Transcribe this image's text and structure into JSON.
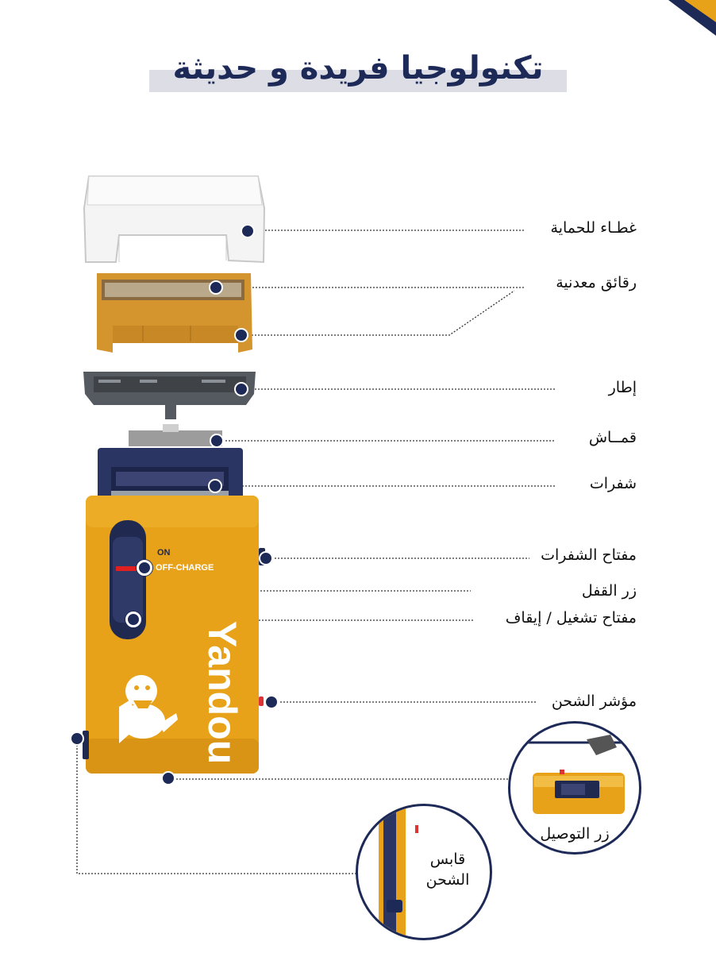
{
  "title": "تكنولوجيا فريدة و حديثة",
  "brand": "Yandou",
  "switch_labels": {
    "on": "ON",
    "off_charge": "OFF-CHARGE"
  },
  "parts": [
    {
      "id": "cover",
      "label": "غطـاء للحماية"
    },
    {
      "id": "foil",
      "label": "رقائق معدنية"
    },
    {
      "id": "frame",
      "label": "إطار"
    },
    {
      "id": "fabric",
      "label": "قمــاش"
    },
    {
      "id": "blades",
      "label": "شفرات"
    },
    {
      "id": "blade-switch",
      "label": "مفتاح الشفرات"
    },
    {
      "id": "lock-button",
      "label": "زر القفل"
    },
    {
      "id": "power-switch",
      "label": "مفتاح تشغيل / إيقاف"
    },
    {
      "id": "charge-indicator",
      "label": "مؤشر الشحن"
    }
  ],
  "insets": {
    "connect": {
      "label": "زر التوصيل"
    },
    "charge_plug": {
      "label_line1": "قابس",
      "label_line2": "الشحن"
    }
  },
  "colors": {
    "navy": "#1d2a57",
    "gold": "#e8a21a",
    "band": "#dcdde5"
  }
}
